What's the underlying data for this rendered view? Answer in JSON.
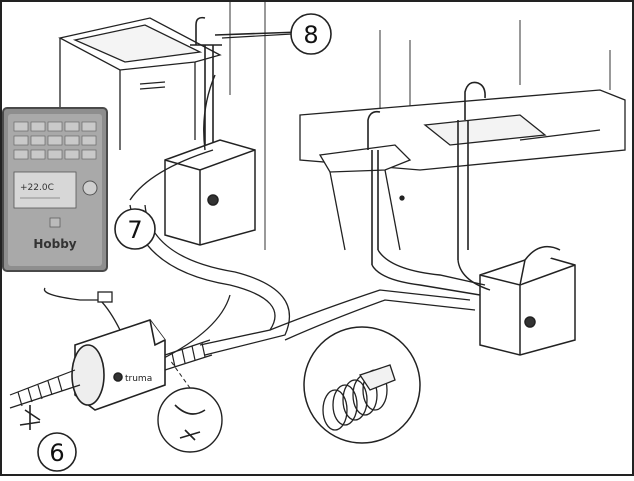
{
  "callouts": [
    {
      "id": "6",
      "label": "6"
    },
    {
      "id": "7",
      "label": "7"
    },
    {
      "id": "8",
      "label": "8"
    }
  ],
  "control_panel": {
    "display_value": "+22.0C",
    "brand": "Hobby"
  },
  "heater_brand": "truma",
  "colors": {
    "line": "#1a1a1a",
    "panel_body": "#8e8e8e",
    "panel_dark": "#4a4a4a",
    "background": "#ffffff"
  }
}
